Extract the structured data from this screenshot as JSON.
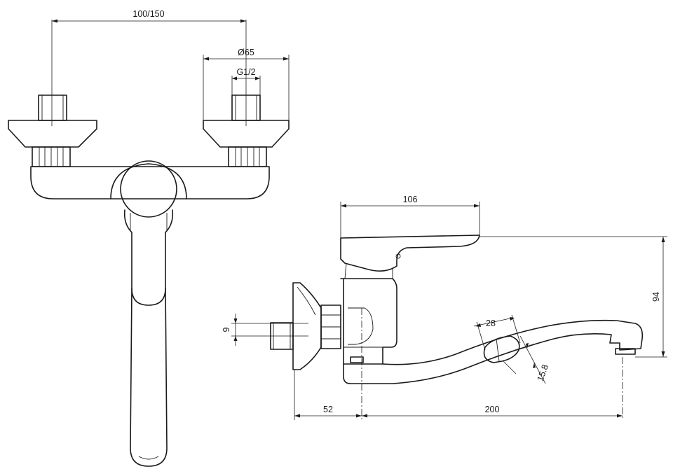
{
  "dimensions": {
    "centers": "100/150",
    "rosette_diameter": "Ø65",
    "thread": "G1/2",
    "handle_length": "106",
    "height": "94",
    "pipe": "9",
    "slot_length": "28",
    "slot_width": "15.8",
    "wall_offset": "52",
    "spout_reach": "200"
  }
}
